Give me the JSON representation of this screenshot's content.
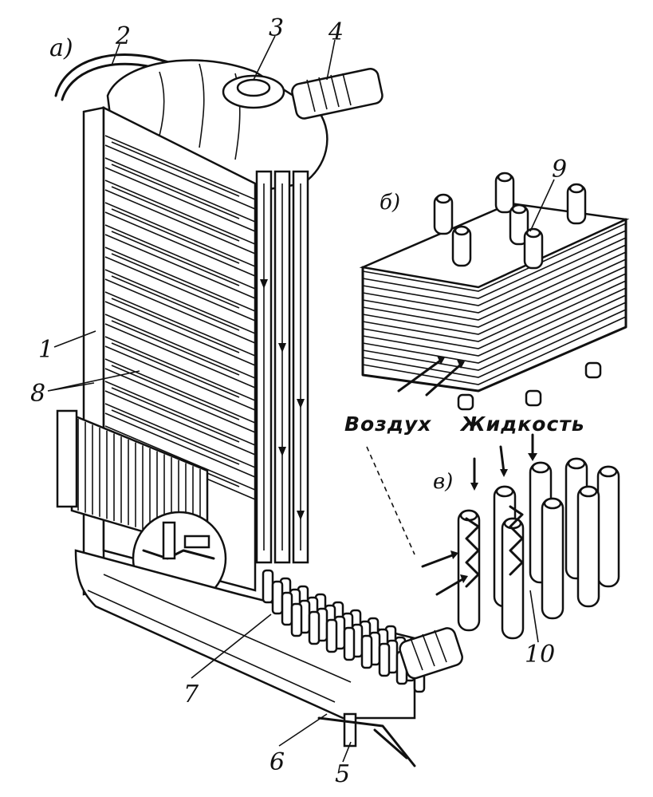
{
  "diagram": {
    "panel_labels": {
      "a": "а)",
      "b": "б)",
      "v": "в)"
    },
    "callouts": [
      "1",
      "2",
      "3",
      "4",
      "5",
      "6",
      "7",
      "8",
      "9",
      "10"
    ],
    "words": {
      "air": "Воздух",
      "liquid": "Жидкость"
    }
  }
}
